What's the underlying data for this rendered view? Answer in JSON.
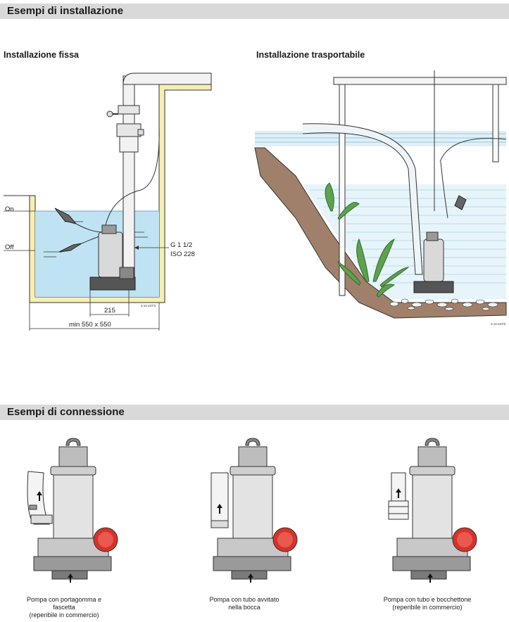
{
  "sections": {
    "installation_title": "Esempi di installazione",
    "connection_title": "Esempi di connessione"
  },
  "fixed": {
    "title": "Installazione fissa",
    "on_label": "On",
    "off_label": "Off",
    "thread_label": "G 1 1/2",
    "iso_label": "ISO 228",
    "dim_215": "215",
    "dim_min": "min 550 x 550",
    "code": "3.10.237/3"
  },
  "portable": {
    "title": "Installazione trasportabile",
    "code": "3.10.237/3"
  },
  "connections": [
    {
      "caption_lines": [
        "Pompa con portagomma e",
        "fascetta",
        "(reperibile in commercio)"
      ]
    },
    {
      "caption_lines": [
        "Pompa con tubo avvitato",
        "nella bocca"
      ]
    },
    {
      "caption_lines": [
        "Pompa con tubo e bocchettone",
        "(reperibile in commercio)"
      ]
    }
  ],
  "colors": {
    "bar": "#d9d9d9",
    "water": "#bfe3f2",
    "wall": "#f6efb3",
    "soil": "#a0806a",
    "float_red": "#d7322a"
  }
}
